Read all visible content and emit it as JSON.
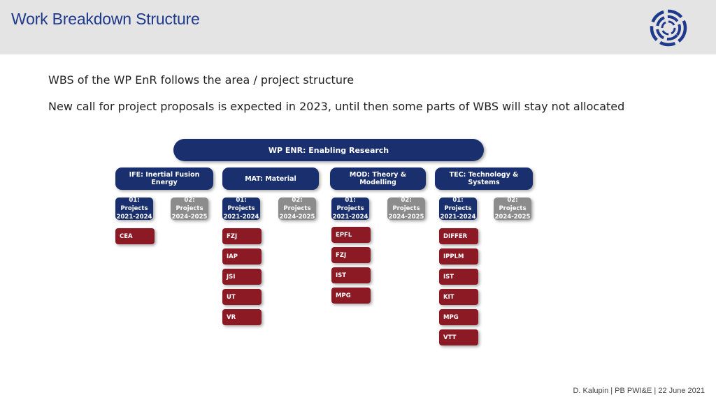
{
  "header": {
    "title": "Work Breakdown Structure"
  },
  "bullets": [
    "WBS of the WP EnR follows the area / project structure",
    "New call for project proposals is expected in 2023, until then some parts of WBS will stay not allocated"
  ],
  "wbs": {
    "root": "WP ENR: Enabling Research",
    "areas": [
      {
        "label": "IFE: Inertial Fusion Energy",
        "projects": [
          [
            "01: Projects",
            "2021-2024"
          ],
          [
            "02: Projects",
            "2024-2025"
          ]
        ],
        "institutes": [
          "CEA"
        ]
      },
      {
        "label": "MAT: Material",
        "projects": [
          [
            "01: Projects",
            "2021-2024"
          ],
          [
            "02: Projects",
            "2024-2025"
          ]
        ],
        "institutes": [
          "FZJ",
          "IAP",
          "JSI",
          "UT",
          "VR"
        ]
      },
      {
        "label": "MOD: Theory & Modelling",
        "projects": [
          [
            "01: Projects",
            "2021-2024"
          ],
          [
            "02: Projects",
            "2024-2025"
          ]
        ],
        "institutes": [
          "EPFL",
          "FZJ",
          "IST",
          "MPG"
        ]
      },
      {
        "label": "TEC: Technology & Systems",
        "projects": [
          [
            "01: Projects",
            "2021-2024"
          ],
          [
            "02: Projects",
            "2024-2025"
          ]
        ],
        "institutes": [
          "DIFFER",
          "IPPLM",
          "IST",
          "KIT",
          "MPG",
          "VTT"
        ]
      }
    ]
  },
  "footer": {
    "text": "D. Kalupin | PB PWI&E | 22 June 2021"
  },
  "colors": {
    "navy": "#1a2f6e",
    "red": "#8b1a24",
    "gray": "#8c8c8c",
    "title": "#1f3a8c"
  }
}
